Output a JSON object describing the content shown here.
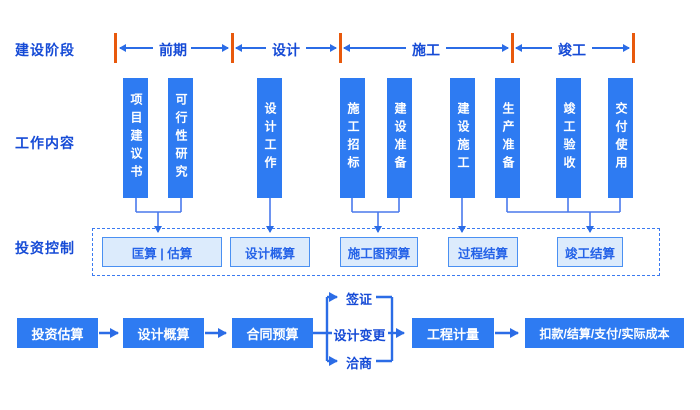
{
  "row_labels": {
    "phases": "建设阶段",
    "work": "工作内容",
    "control": "投资控制"
  },
  "phases": [
    "前期",
    "设计",
    "施工",
    "竣工"
  ],
  "work_items": [
    "项目建议书",
    "可行性研究",
    "设计工作",
    "施工招标",
    "建设准备",
    "建设施工",
    "生产准备",
    "竣工验收",
    "交付使用"
  ],
  "control_items": [
    "匡算 | 估算",
    "设计概算",
    "施工图预算",
    "过程结算",
    "竣工结算"
  ],
  "flow_nodes": [
    "投资估算",
    "设计概算",
    "合同预算",
    "工程计量",
    "扣款/结算/支付/实际成本"
  ],
  "flow_branches": [
    "签证",
    "设计变更",
    "洽商"
  ],
  "colors": {
    "primary_blue": "#2e7bf2",
    "line_blue": "#2b6ce6",
    "drop_blue": "#4a79ec",
    "label_blue": "#164bd6",
    "orange_divider": "#e8590c",
    "light_fill": "#dcebfc",
    "light_border": "#4a90f2",
    "control_text": "#2563e8",
    "dash_blue": "#3b7af0"
  }
}
